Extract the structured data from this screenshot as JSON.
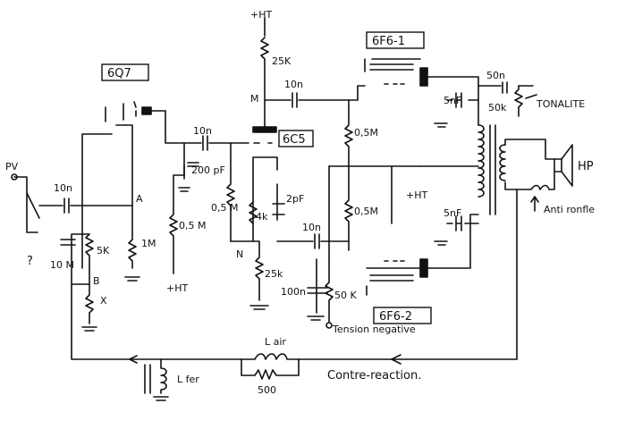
{
  "tubes": {
    "t1": "6Q7",
    "t2": "6C5",
    "t3": "6F6-1",
    "t4": "6F6-2"
  },
  "supply": {
    "top": "+HT",
    "left_bottom": "+HT",
    "mid": "+HT"
  },
  "input": {
    "pv": "PV",
    "cap": "10n",
    "question": "?"
  },
  "nodes": {
    "a": "A",
    "b": "B",
    "m": "M",
    "n": "N",
    "x": "X"
  },
  "components": {
    "r_25k_top": "25K",
    "c_10n_m": "10n",
    "c_10n_grid": "10n",
    "c_200pf": "200 pF",
    "r_05m_left": "0,5 M",
    "r_1m": "1M",
    "r_5k": "5K",
    "c_10m": "10 M",
    "r_05m_mid": "0,5 M",
    "r_4k": "4k",
    "c_2pf": "2pF",
    "r_25k_n": "25k",
    "c_10n_n": "10n",
    "r_05m_top": "0,5M",
    "r_05m_bot": "0,5M",
    "c_100n": "100n",
    "r_50k": "50 K",
    "c_50n": "50n",
    "r_50k_tone": "50k",
    "c_5nf_top": "5nF",
    "c_5nf_bot": "5nF",
    "l_air": "L air",
    "r_500": "500",
    "l_iron": "L fer"
  },
  "labels": {
    "tonalite": "TONALITE",
    "hp": "HP",
    "antironfle": "Anti ronfle",
    "tension_neg": "Tension negative",
    "contre_reaction": "Contre-reaction."
  }
}
